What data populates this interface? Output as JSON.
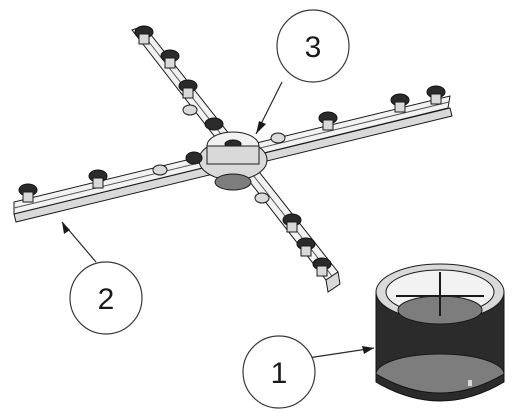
{
  "callouts": [
    {
      "id": "1",
      "label": "1"
    },
    {
      "id": "2",
      "label": "2"
    },
    {
      "id": "3",
      "label": "3"
    }
  ],
  "colors": {
    "background": "#ffffff",
    "line": "#2a2a2a",
    "part_dark": "#2b2b2b",
    "part_light": "#d9d9d9"
  }
}
